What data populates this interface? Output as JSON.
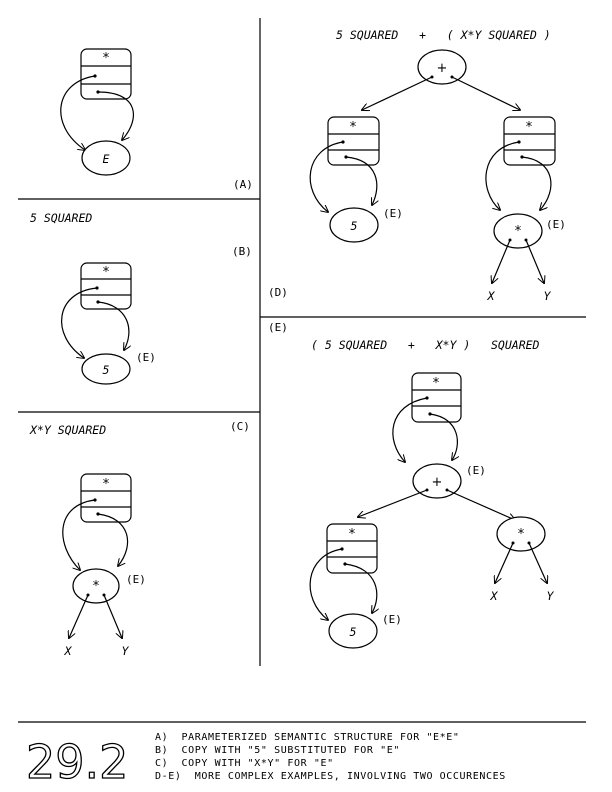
{
  "panels": {
    "a": {
      "label": "(A)",
      "node_text": "E"
    },
    "b": {
      "label": "(B)",
      "caption": "5 SQUARED",
      "node_text": "5",
      "tag": "(E)"
    },
    "c": {
      "label": "(C)",
      "caption": "X*Y SQUARED",
      "node_text": "*",
      "tag": "(E)",
      "leaf_left": "X",
      "leaf_right": "Y"
    },
    "d": {
      "label": "(D)",
      "caption": "5 SQUARED   +   ( X*Y SQUARED )",
      "plus": "+",
      "leaf5": "5",
      "tag_left": "(E)",
      "inner": "*",
      "tag_right": "(E)",
      "leaf_left": "X",
      "leaf_right": "Y"
    },
    "e": {
      "label": "(E)",
      "caption": "( 5 SQUARED   +   X*Y )   SQUARED",
      "plus": "+",
      "tag_plus": "(E)",
      "leaf5": "5",
      "tag_leaf": "(E)",
      "inner": "*",
      "leaf_left": "X",
      "leaf_right": "Y"
    }
  },
  "box_symbol": "*",
  "figure_number": "29.2",
  "legend": [
    "A)  PARAMETERIZED SEMANTIC STRUCTURE FOR \"E*E\"",
    "B)  COPY WITH \"5\" SUBSTITUTED FOR \"E\"",
    "C)  COPY WITH \"X*Y\" FOR \"E\"",
    "D-E)  MORE COMPLEX EXAMPLES, INVOLVING TWO OCCURENCES"
  ]
}
